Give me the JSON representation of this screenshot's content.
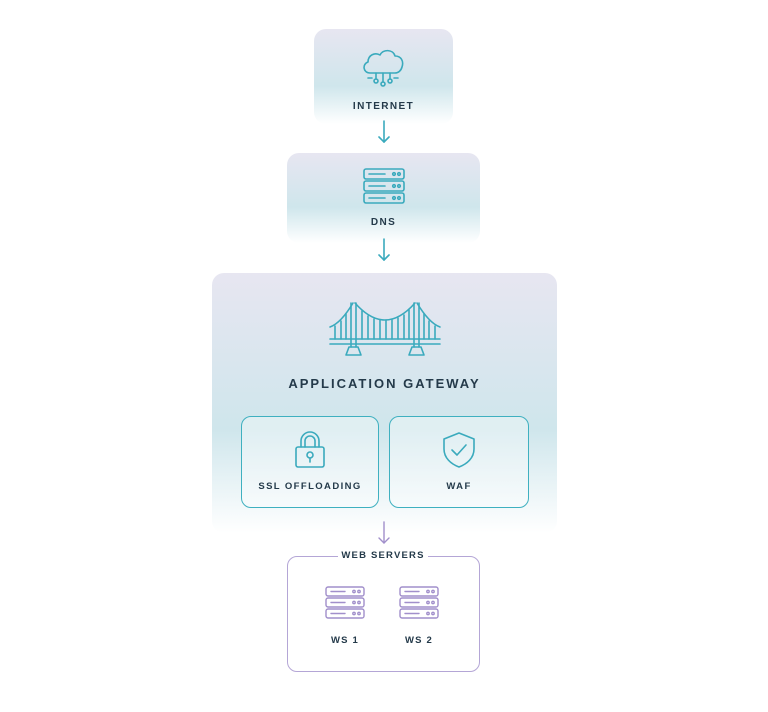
{
  "nodes": {
    "internet": {
      "label": "INTERNET",
      "icon": "cloud-network-icon"
    },
    "dns": {
      "label": "DNS",
      "icon": "server-rack-icon"
    },
    "gateway": {
      "label": "APPLICATION GATEWAY",
      "icon": "bridge-icon",
      "modules": [
        {
          "label": "SSL OFFLOADING",
          "icon": "padlock-icon"
        },
        {
          "label": "WAF",
          "icon": "shield-check-icon"
        }
      ]
    },
    "web_servers": {
      "label": "WEB SERVERS",
      "servers": [
        {
          "label": "WS 1",
          "icon": "server-rack-icon"
        },
        {
          "label": "WS 2",
          "icon": "server-rack-icon"
        }
      ]
    }
  },
  "colors": {
    "accent": "#3aaabd",
    "secondary": "#a18fcb",
    "text": "#243a4a"
  }
}
